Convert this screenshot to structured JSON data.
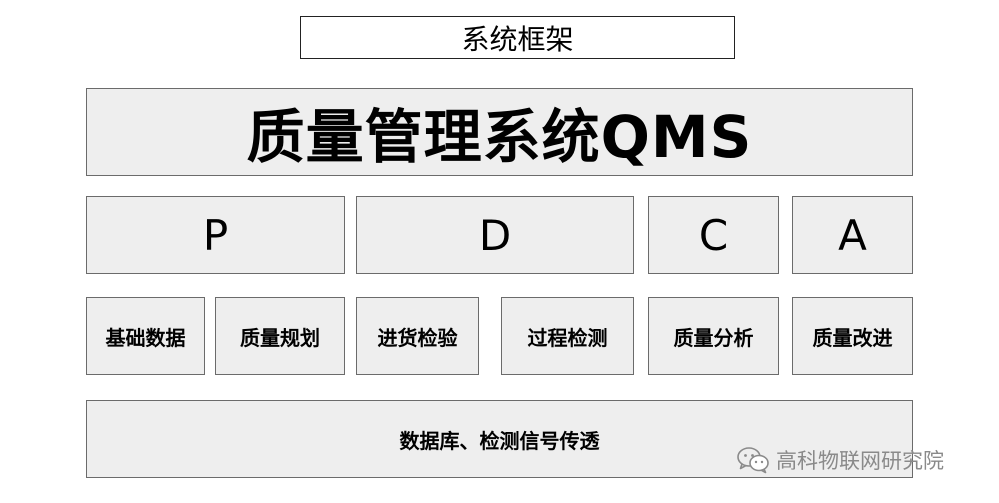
{
  "framework_label": "系统框架",
  "system_title": "质量管理系统QMS",
  "phases": [
    "P",
    "D",
    "C",
    "A"
  ],
  "modules": [
    "基础数据",
    "质量规划",
    "进货检验",
    "过程检测",
    "质量分析",
    "质量改进"
  ],
  "foundation_layer": "数据库、检测信号传透",
  "watermark": {
    "icon": "wechat-icon",
    "text": "高科物联网研究院"
  }
}
